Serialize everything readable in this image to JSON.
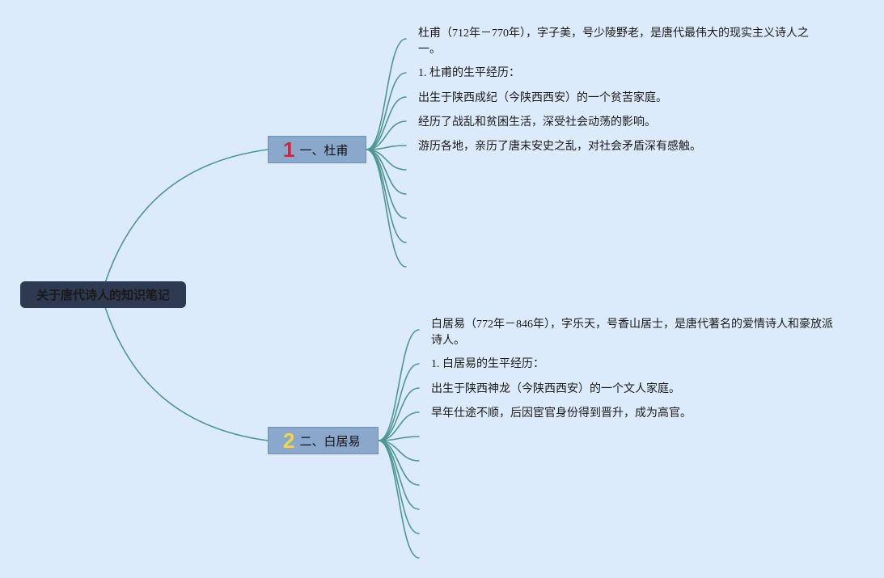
{
  "root": {
    "title": "关于唐代诗人的知识笔记"
  },
  "topics": [
    {
      "number": "1",
      "label": "一、杜甫",
      "notes": [
        "杜甫（712年－770年），字子美，号少陵野老，是唐代最伟大的现实主义诗人之一。",
        "1. 杜甫的生平经历：",
        "出生于陕西成纪（今陕西西安）的一个贫苦家庭。",
        "经历了战乱和贫困生活，深受社会动荡的影响。",
        "游历各地，亲历了唐末安史之乱，对社会矛盾深有感触。"
      ]
    },
    {
      "number": "2",
      "label": "二、白居易",
      "notes": [
        "白居易（772年－846年），字乐天，号香山居士，是唐代著名的爱情诗人和豪放派诗人。",
        "1. 白居易的生平经历：",
        "出生于陕西神龙（今陕西西安）的一个文人家庭。",
        "早年仕途不顺，后因宦官身份得到晋升，成为高官。"
      ]
    }
  ],
  "colors": {
    "background": "#dcebfb",
    "connector": "#4f9690",
    "root_fill": "#2e3a52",
    "topic_fill": "#8aa8cc",
    "number_1": "#d0243a",
    "number_2": "#f0d64a"
  }
}
